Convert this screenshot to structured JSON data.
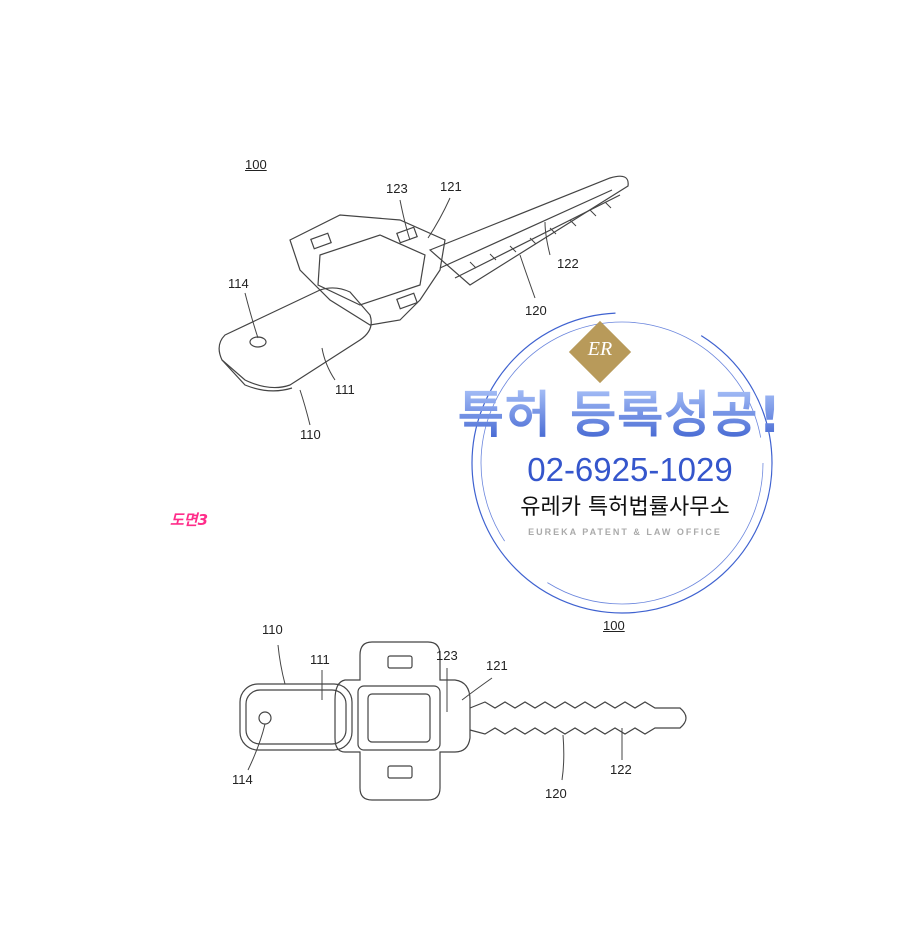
{
  "figure_title": "도면3",
  "top_view": {
    "labels": {
      "ref100": "100",
      "ref123": "123",
      "ref121": "121",
      "ref114": "114",
      "ref122": "122",
      "ref120": "120",
      "ref111": "111",
      "ref110": "110"
    }
  },
  "plan_view": {
    "labels": {
      "ref110": "110",
      "ref111": "111",
      "ref123": "123",
      "ref121": "121",
      "ref100": "100",
      "ref114": "114",
      "ref120": "120",
      "ref122": "122"
    }
  },
  "stamp": {
    "logo_text": "ER",
    "title": "특허 등록성공!",
    "phone": "02-6925-1029",
    "office_name": "유레카 특허법률사무소",
    "office_name_en": "EUREKA PATENT & LAW OFFICE",
    "colors": {
      "blue": "#3f62d0",
      "gold": "#b89a5a"
    }
  },
  "colors": {
    "figure_label": "#ff2d8a"
  }
}
